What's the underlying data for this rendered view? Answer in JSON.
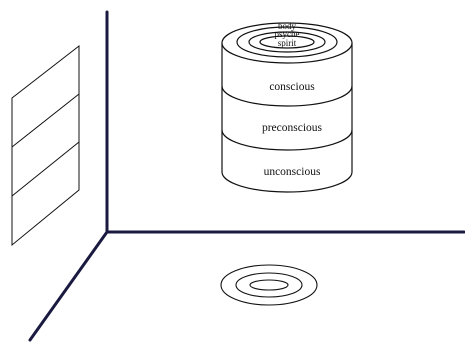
{
  "diagram": {
    "cylinder": {
      "top_rings": [
        {
          "label": "body"
        },
        {
          "label": "psyche"
        },
        {
          "label": "spirit"
        }
      ],
      "layers": [
        {
          "label": "conscious"
        },
        {
          "label": "preconscious"
        },
        {
          "label": "unconscious"
        }
      ]
    },
    "colors": {
      "room_lines": "#1a1a40",
      "drawing_lines": "#111111",
      "background": "#ffffff"
    }
  }
}
